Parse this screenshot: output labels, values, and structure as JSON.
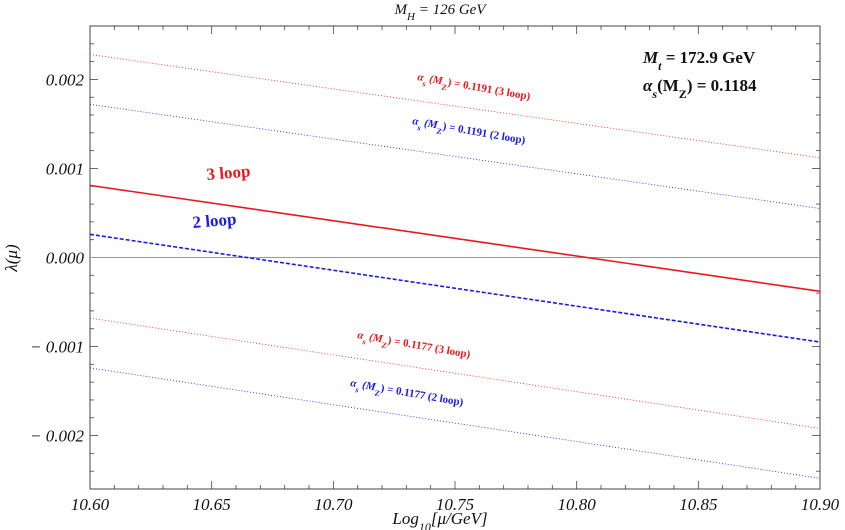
{
  "chart_data": {
    "type": "line",
    "title": "M_H = 126 GeV",
    "title_parts": {
      "base": "M",
      "sub": "H",
      "rest": " = 126 GeV"
    },
    "xlabel": "Log10[μ/GeV]",
    "xlabel_parts": {
      "base": "Log",
      "sub": "10",
      "rest": "[μ/GeV]"
    },
    "ylabel": "λ(μ)",
    "xlim": [
      10.6,
      10.9
    ],
    "ylim": [
      -0.0026,
      0.0026
    ],
    "x_ticks": [
      10.6,
      10.65,
      10.7,
      10.75,
      10.8,
      10.85,
      10.9
    ],
    "x_tick_labels": [
      "10.60",
      "10.65",
      "10.70",
      "10.75",
      "10.80",
      "10.85",
      "10.90"
    ],
    "y_ticks": [
      0.002,
      0.001,
      0.0,
      -0.001,
      -0.002
    ],
    "y_tick_labels": [
      "0.002",
      "0.001",
      "0.000",
      "− 0.001",
      "− 0.002"
    ],
    "zero_line": true,
    "grid": false,
    "series": [
      {
        "id": "as1191-3loop",
        "label": "αs (MZ) = 0.1191  (3 loop)",
        "label_parts": {
          "a": "α",
          "s": "s",
          "m": " (M",
          "z": "Z",
          "rest": ") = 0.1191  (3 loop)"
        },
        "color": "#e8191e",
        "style": "dotted",
        "x": [
          10.6,
          10.9
        ],
        "y": [
          0.00228,
          0.00112
        ]
      },
      {
        "id": "as1191-2loop",
        "label": "αs (MZ) = 0.1191  (2 loop)",
        "label_parts": {
          "a": "α",
          "s": "s",
          "m": " (M",
          "z": "Z",
          "rest": ") = 0.1191  (2 loop)"
        },
        "color": "#1a1ae6",
        "style": "dotted",
        "x": [
          10.6,
          10.9
        ],
        "y": [
          0.00172,
          0.00055
        ]
      },
      {
        "id": "3loop",
        "label": "3 loop",
        "color": "#e8191e",
        "style": "solid",
        "x": [
          10.6,
          10.9
        ],
        "y": [
          0.00081,
          -0.00038
        ]
      },
      {
        "id": "2loop",
        "label": "2 loop",
        "color": "#1a1ae6",
        "style": "dashed",
        "x": [
          10.6,
          10.9
        ],
        "y": [
          0.00026,
          -0.00095
        ]
      },
      {
        "id": "as1177-3loop",
        "label": "αs (MZ) = 0.1177  (3 loop)",
        "label_parts": {
          "a": "α",
          "s": "s",
          "m": " (M",
          "z": "Z",
          "rest": ") = 0.1177  (3 loop)"
        },
        "color": "#e8191e",
        "style": "dotted",
        "x": [
          10.6,
          10.9
        ],
        "y": [
          -0.00068,
          -0.00192
        ]
      },
      {
        "id": "as1177-2loop",
        "label": "αs (MZ) = 0.1177  (2 loop)",
        "label_parts": {
          "a": "α",
          "s": "s",
          "m": " (M",
          "z": "Z",
          "rest": ") = 0.1177  (2 loop)"
        },
        "color": "#1a1ae6",
        "style": "dotted",
        "x": [
          10.6,
          10.9
        ],
        "y": [
          -0.00124,
          -0.00248
        ]
      }
    ],
    "annotations": {
      "mt": {
        "base": "M",
        "sub": "t",
        "rest": "  = 172.9 GeV"
      },
      "as": {
        "a": "α",
        "s": "s",
        "m": "(M",
        "z": "Z",
        "rest": ") = 0.1184"
      }
    }
  }
}
